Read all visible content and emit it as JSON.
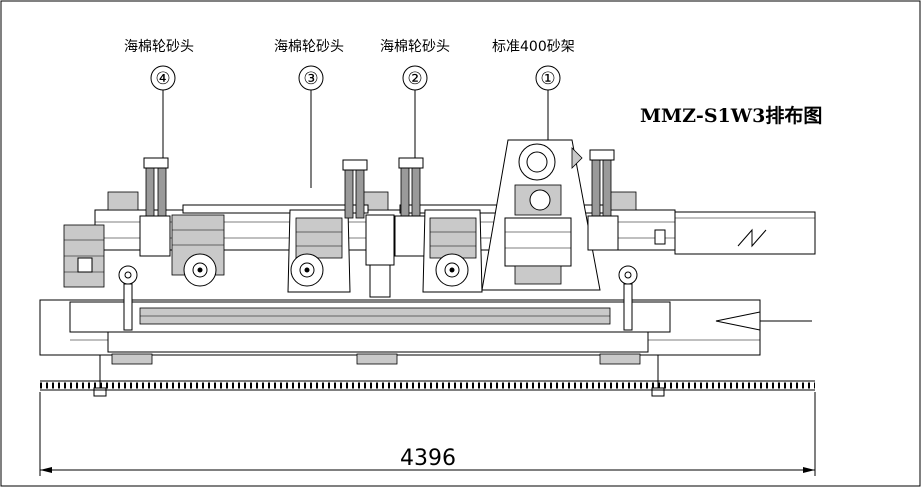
{
  "title": "MMZ-S1W3排布图",
  "heads": [
    {
      "number": "④",
      "label": "海棉轮砂头"
    },
    {
      "number": "③",
      "label": "海棉轮砂头"
    },
    {
      "number": "②",
      "label": "海棉轮砂头"
    },
    {
      "number": "①",
      "label": "标准400砂架"
    }
  ],
  "overall_length": "4396"
}
